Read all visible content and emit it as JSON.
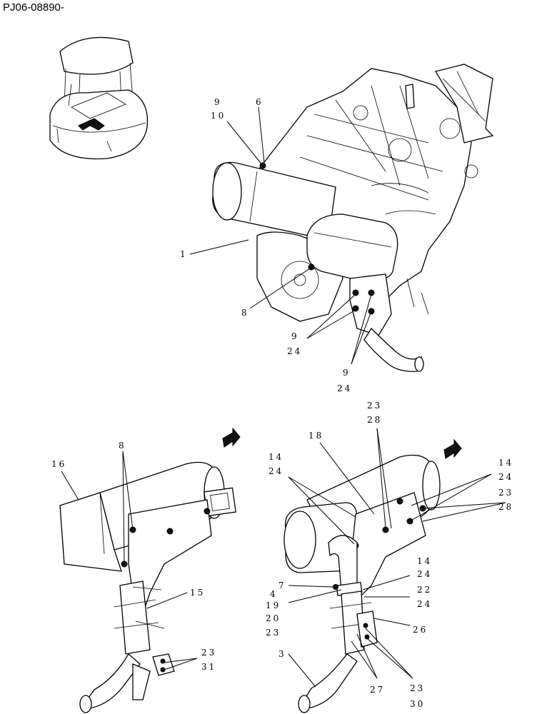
{
  "figure_id": "PJ06-08890-",
  "callouts": {
    "top": {
      "c1": "1",
      "c9a": "9",
      "c10": "10",
      "c6": "6",
      "c8": "8",
      "c9b": "9",
      "c24b": "24",
      "c9c": "9",
      "c24c": "24"
    },
    "left": {
      "c16": "16",
      "c8": "8",
      "c15": "15",
      "c23": "23",
      "c31": "31"
    },
    "right": {
      "c23a": "23",
      "c28a": "28",
      "c18": "18",
      "c14a": "14",
      "c24a": "24",
      "c14b": "14",
      "c24b": "24",
      "c23b": "23",
      "c28b": "28",
      "c7": "7",
      "c4": "4",
      "c19": "19",
      "c20": "20",
      "c23c": "23",
      "c14c": "14",
      "c24c": "24",
      "c22": "22",
      "c24d": "24",
      "c26": "26",
      "c3": "3",
      "c27": "27",
      "c23d": "23",
      "c30": "30"
    }
  },
  "icons": {
    "machine_thumbnail": "excavator-cab-icon",
    "direction_arrow": "front-arrow-icon"
  }
}
